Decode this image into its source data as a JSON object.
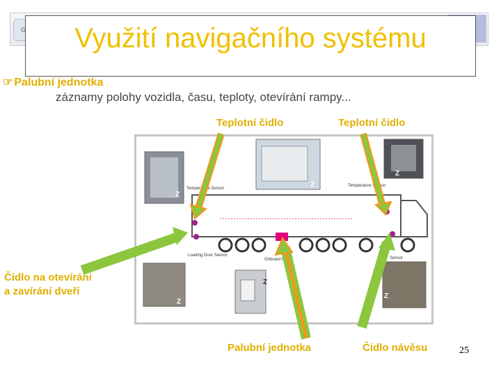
{
  "slide": {
    "title": "Využití navigačního systému",
    "bullet": "Palubní jednotka",
    "bullet_detail": "záznamy polohy vozidla, času, teploty, otevírání rampy...",
    "page_number": "25"
  },
  "callouts": {
    "temp_sensor_1": "Teplotní čidlo",
    "temp_sensor_2": "Teplotní čidlo",
    "door_sensor_line1": "Čidlo na otevírání",
    "door_sensor_line2": "a zavírání dveří",
    "onboard_unit": "Palubní jednotka",
    "trailer_sensor": "Čidlo návěsu"
  },
  "diagram": {
    "labels": {
      "temp_sensor_left": "Temperature Sensor",
      "temp_sensor_right": "Temperature Sensor",
      "door_sensor": "Loading Door Sensor",
      "onboard_unit": "Onboard Unit",
      "trailer_sensor": "Sensor",
      "marker": "Z"
    }
  },
  "colors": {
    "title": "#f0c000",
    "label": "#e0b000",
    "arrow_fill": "#8cc63f",
    "arrow_orange": "#f7941d",
    "sensor_dot": "#a0208a",
    "onboard_unit": "#e6007e"
  }
}
